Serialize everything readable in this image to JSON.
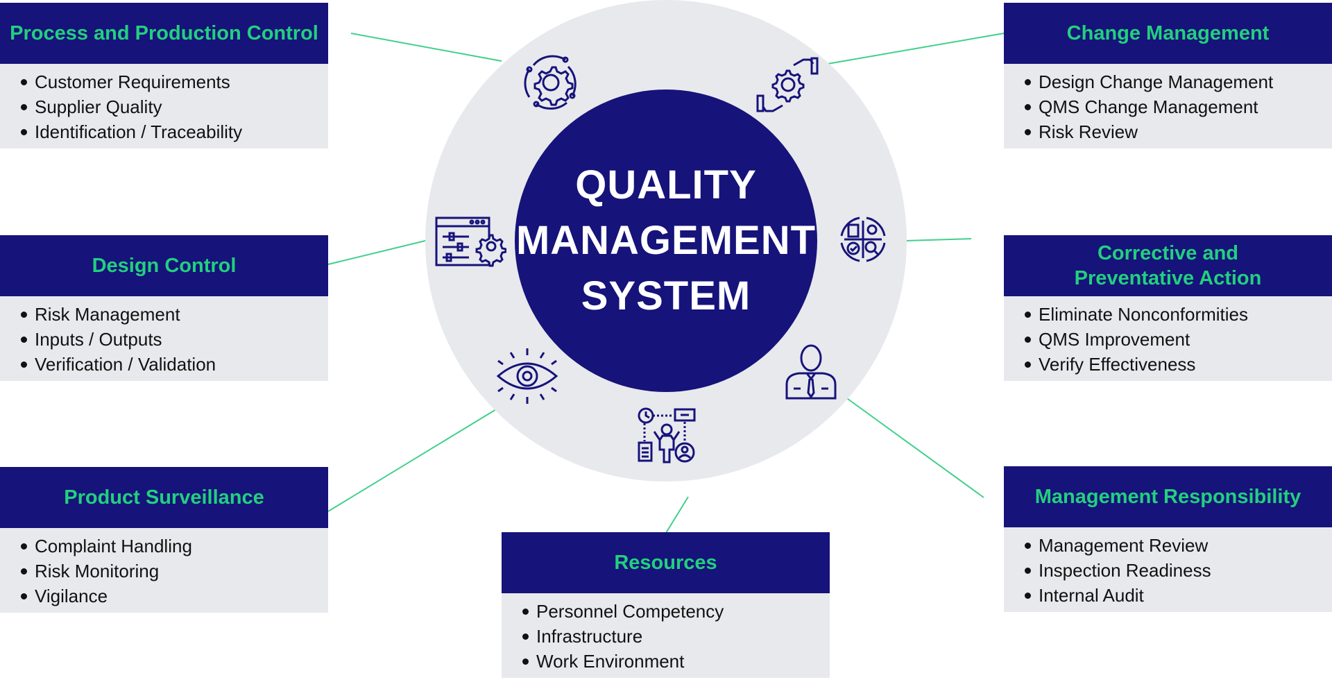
{
  "center": {
    "title_lines": [
      "QUALITY",
      "MANAGEMENT",
      "SYSTEM"
    ]
  },
  "colors": {
    "navy": "#16137a",
    "green": "#22d07e",
    "panel_gray": "#e8e9ed",
    "connector_green": "#3fd08a"
  },
  "icons": [
    "gear-cycle-icon",
    "hands-gear-icon",
    "dashboard-settings-icon",
    "quadrant-process-icon",
    "eye-icon",
    "businessman-icon",
    "workflow-person-icon"
  ],
  "boxes": {
    "process": {
      "title": "Process and Production Control",
      "items": [
        "Customer Requirements",
        "Supplier Quality",
        "Identification / Traceability"
      ]
    },
    "change": {
      "title": "Change Management",
      "items": [
        "Design Change Management",
        "QMS Change Management",
        "Risk Review"
      ]
    },
    "design": {
      "title": "Design Control",
      "items": [
        "Risk Management",
        "Inputs / Outputs",
        "Verification / Validation"
      ]
    },
    "capa": {
      "title_lines": [
        "Corrective and",
        "Preventative Action"
      ],
      "items": [
        "Eliminate Nonconformities",
        "QMS Improvement",
        "Verify Effectiveness"
      ]
    },
    "surveillance": {
      "title": "Product Surveillance",
      "items": [
        "Complaint Handling",
        "Risk Monitoring",
        "Vigilance"
      ]
    },
    "management": {
      "title": "Management Responsibility",
      "items": [
        "Management Review",
        "Inspection Readiness",
        "Internal Audit"
      ]
    },
    "resources": {
      "title": "Resources",
      "items": [
        "Personnel Competency",
        "Infrastructure",
        "Work Environment"
      ]
    }
  }
}
